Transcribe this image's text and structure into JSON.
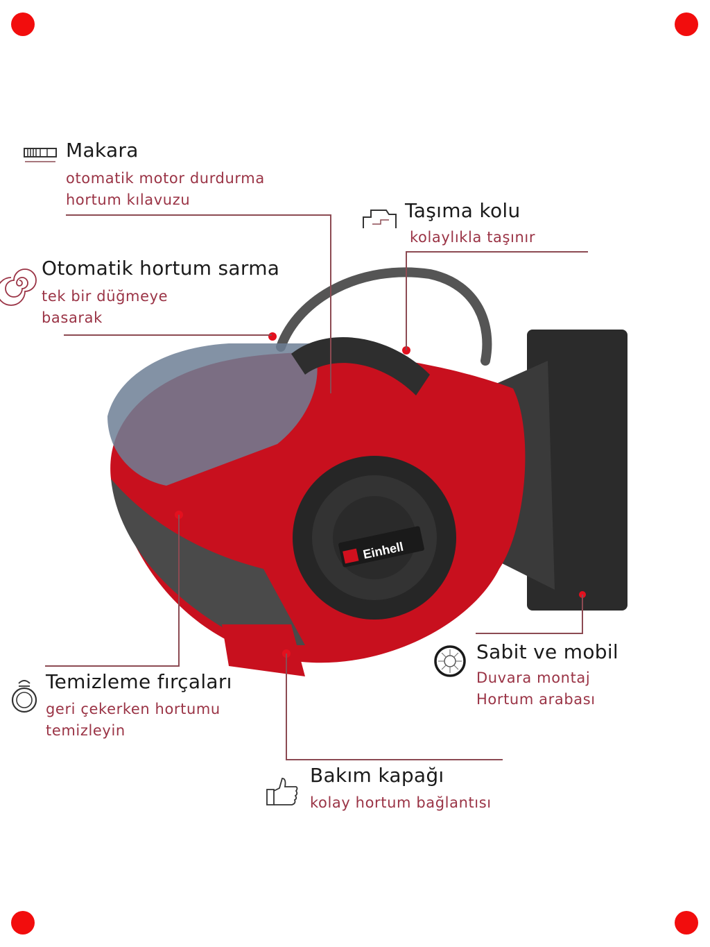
{
  "brand_logo": "Einhell",
  "colors": {
    "accent": "#f20d0d",
    "subtitle": "#9a3345",
    "leader_line": "#8c4a52",
    "product_red": "#c8101e"
  },
  "features": {
    "makara": {
      "icon": "reel-icon",
      "title": "Makara",
      "lines": [
        "otomatik motor durdurma",
        "hortum kılavuzu"
      ]
    },
    "otomatik": {
      "icon": "spiral-icon",
      "title": "Otomatik hortum sarma",
      "lines": [
        "tek bir düğmeye",
        "basarak"
      ]
    },
    "tasima": {
      "icon": "handle-icon",
      "title": "Taşıma kolu",
      "lines": [
        "kolaylıkla taşınır"
      ]
    },
    "temizleme": {
      "icon": "brush-ring-icon",
      "title": "Temizleme fırçaları",
      "lines": [
        "geri çekerken hortumu",
        "temizleyin"
      ]
    },
    "sabit": {
      "icon": "wheel-icon",
      "title": "Sabit ve mobil",
      "lines": [
        "Duvara montaj",
        "Hortum arabası"
      ]
    },
    "bakim": {
      "icon": "thumbs-up-icon",
      "title": "Bakım kapağı",
      "lines": [
        "kolay hortum bağlantısı"
      ]
    }
  }
}
